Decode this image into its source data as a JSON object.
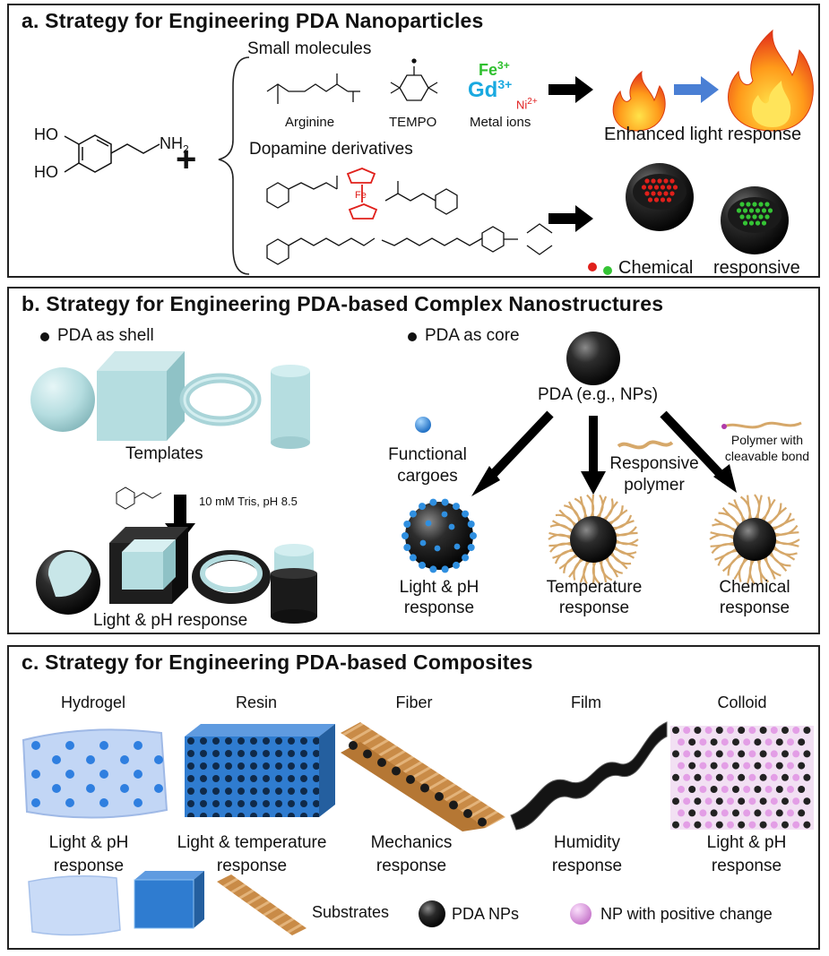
{
  "panel_a": {
    "title": "a. Strategy for Engineering PDA Nanoparticles",
    "dopamine": {
      "ho1": "HO",
      "ho2": "HO",
      "nh2": "NH",
      "nh2_sub": "2"
    },
    "plus": "+",
    "small_molecules_heading": "Small molecules",
    "arginine_label": "Arginine",
    "tempo_label": "TEMPO",
    "metal_ions_label": "Metal ions",
    "fe_ion": "Fe",
    "fe_charge": "3+",
    "gd_ion": "Gd",
    "gd_charge": "3+",
    "ni_ion": "Ni",
    "ni_charge": "2+",
    "derivatives_heading": "Dopamine derivatives",
    "ferrocene_fe": "Fe",
    "enhanced_label": "Enhanced light response",
    "chemical_label": "Chemical",
    "responsive_label": "responsive",
    "colors": {
      "fe": "#2fc02f",
      "gd": "#19a9e0",
      "ni": "#e02020",
      "red_dot": "#e0201b",
      "green_dot": "#35c435",
      "arrow_blue": "#4a7fd4"
    }
  },
  "panel_b": {
    "title": "b. Strategy for Engineering PDA-based Complex Nanostructures",
    "shell_heading": "PDA as shell",
    "core_heading": "PDA as core",
    "templates_label": "Templates",
    "condition_label": "10 mM Tris, pH 8.5",
    "shell_response": "Light & pH response",
    "core_label": "PDA (e.g., NPs)",
    "cargoes_label": [
      "Functional",
      "cargoes"
    ],
    "responsive_polymer_label": [
      "Responsive",
      "polymer"
    ],
    "cleavable_label": [
      "Polymer with",
      "cleavable bond"
    ],
    "products": [
      {
        "line1": "Light & pH",
        "line2": "response"
      },
      {
        "line1": "Temperature",
        "line2": "response"
      },
      {
        "line1": "Chemical",
        "line2": "response"
      }
    ],
    "colors": {
      "template": "#b5dde0",
      "pda": "#1e1e1e",
      "cargo": "#2f8fe0",
      "polymer": "#d6a86a"
    }
  },
  "panel_c": {
    "title": "c. Strategy for Engineering PDA-based Composites",
    "composites": [
      {
        "name": "Hydrogel",
        "line1": "Light & pH",
        "line2": "response"
      },
      {
        "name": "Resin",
        "line1": "Light & temperature",
        "line2": "response"
      },
      {
        "name": "Fiber",
        "line1": "Mechanics",
        "line2": "response"
      },
      {
        "name": "Film",
        "line1": "Humidity",
        "line2": "response"
      },
      {
        "name": "Colloid",
        "line1": "Light & pH",
        "line2": "response"
      }
    ],
    "legend": {
      "substrates": "Substrates",
      "pda_nps": "PDA NPs",
      "np_positive": "NP with positive change"
    },
    "colors": {
      "hydrogel": "#c2d6f5",
      "resin": "#3a84d4",
      "fiber": "#c98b47",
      "colloid_pink": "#e39ee6"
    }
  }
}
